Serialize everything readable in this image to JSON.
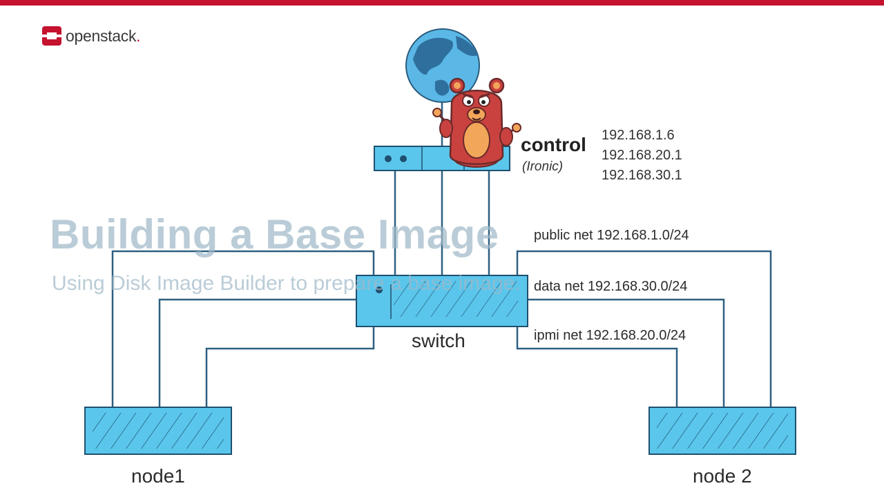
{
  "brand": {
    "logo_text": "openstack",
    "logo_dot": ".",
    "accent_color": "#c4122f"
  },
  "overlay": {
    "title": "Building a Base Image",
    "subtitle": "Using Disk Image Builder to prepare a base image."
  },
  "control": {
    "name": "control",
    "service": "(Ironic)",
    "ips": [
      "192.168.1.6",
      "192.168.20.1",
      "192.168.30.1"
    ]
  },
  "networks": {
    "public": "public net  192.168.1.0/24",
    "data": "data net  192.168.30.0/24",
    "ipmi": "ipmi net  192.168.20.0/24"
  },
  "switch": {
    "label": "switch"
  },
  "nodes": [
    {
      "label": "node1"
    },
    {
      "label": "node 2"
    }
  ],
  "colors": {
    "box_fill": "#5bc6ec",
    "box_stroke": "#1f4f6e",
    "line": "#2d5f80",
    "globe_ocean": "#5bb8e6",
    "globe_land": "#2f6f9e",
    "bear_body": "#c9423f",
    "bear_belly": "#f2a65a"
  },
  "icons": {
    "globe": "globe-icon",
    "mascot": "bear-mascot-icon"
  }
}
